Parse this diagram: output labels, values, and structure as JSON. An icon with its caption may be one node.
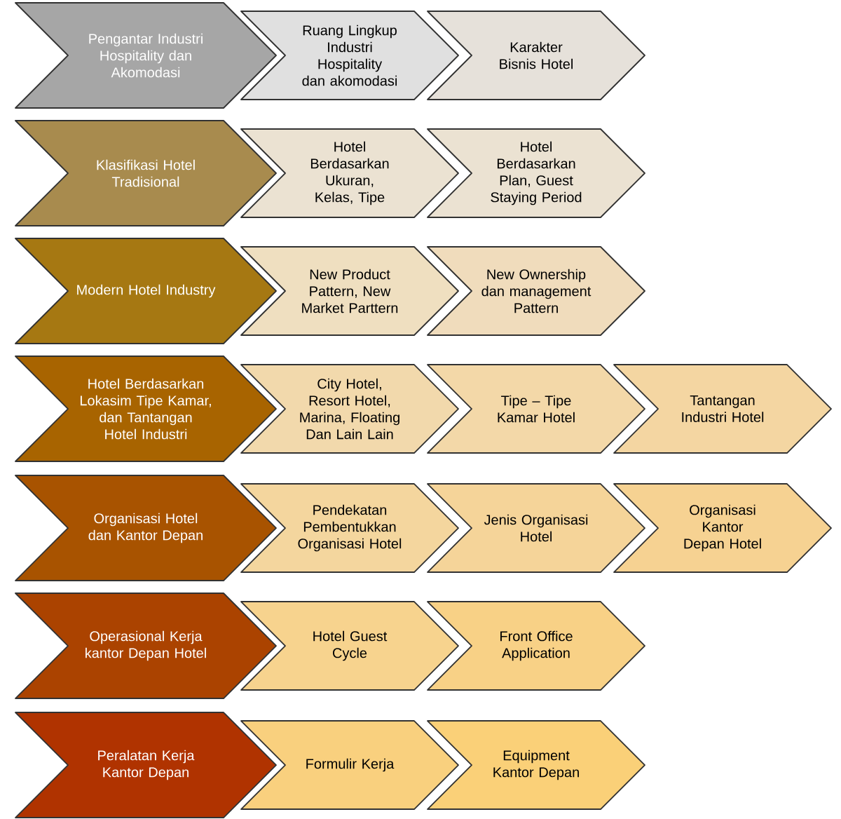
{
  "diagram": {
    "nodes": [
      {
        "text": [
          "Pengantar Industri Hospitality dan Akomodasi"
        ]
      },
      {
        "text": [
          "Ruang Lingkup Industri Hospitality dan akomodasi"
        ]
      },
      {
        "text": [
          "Karakter Bisnis Hotel"
        ]
      },
      {
        "text": [
          "Klasifikasi Hotel Tradisional"
        ]
      },
      {
        "text": [
          "Hotel Berdasarkan Ukuran, Kelas, Tipe"
        ]
      },
      {
        "text": [
          "Hotel Berdasarkan Plan, Guest Staying Period"
        ]
      },
      {
        "text": [
          "Modern Hotel Industry"
        ]
      },
      {
        "text": [
          "New Product Pattern, New Market Parttern"
        ]
      },
      {
        "text": [
          "New Ownership dan management Pattern"
        ]
      },
      {
        "text": [
          "Hotel Berdasarkan Lokasim Tipe Kamar, dan Tantangan Hotel Industri"
        ]
      },
      {
        "text": [
          "City Hotel, Resort Hotel, Marina, Floating Dan Lain Lain"
        ]
      },
      {
        "text": [
          "Tipe – Tipe Kamar Hotel"
        ]
      },
      {
        "text": [
          "Tantangan Industri Hotel"
        ]
      },
      {
        "text": [
          "Organisasi Hotel dan Kantor Depan"
        ]
      },
      {
        "text": [
          "Pendekatan Pembentukkan Organisasi Hotel"
        ]
      },
      {
        "text": [
          "Jenis Organisasi Hotel"
        ]
      },
      {
        "text": [
          "Organisasi Kantor Depan Hotel"
        ]
      },
      {
        "text": [
          "Operasional Kerja kantor Depan Hotel"
        ]
      },
      {
        "text": [
          "Hotel Guest Cycle"
        ]
      },
      {
        "text": [
          "Front Office Application"
        ]
      },
      {
        "text": [
          "Peralatan Kerja Kantor Depan"
        ]
      },
      {
        "text": [
          "Formulir Kerja"
        ]
      },
      {
        "text": [
          "Equipment Kantor Depan"
        ]
      }
    ]
  }
}
